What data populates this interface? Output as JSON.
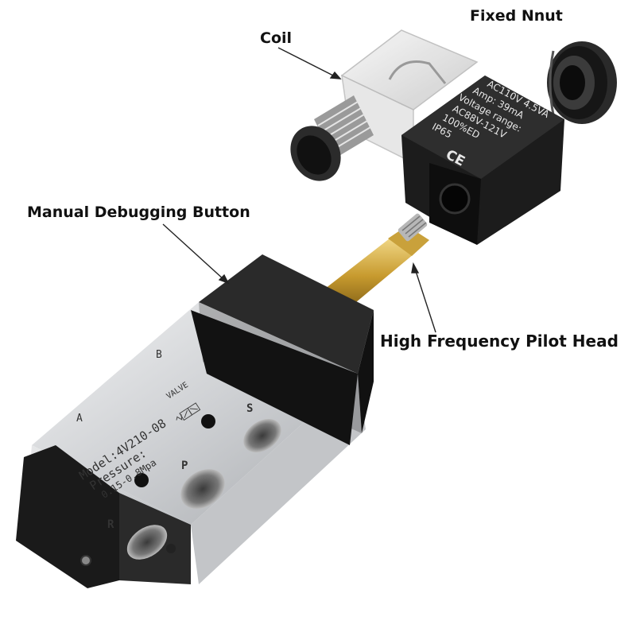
{
  "callouts": {
    "coil": "Coil",
    "fixed_nut": "Fixed Nnut",
    "manual_button": "Manual Debugging Button",
    "pilot_head": "High Frequency Pilot Head"
  },
  "coil_label": {
    "line1": "AC110V  4.5VA",
    "line2": "Amp:     39mA",
    "line3": "Voltage  range:",
    "line4": "AC88V-121V",
    "line5": "100%ED",
    "line6": "IP65",
    "mark": "CE"
  },
  "valve_body": {
    "port_a": "A",
    "port_b": "B",
    "port_p": "P",
    "port_r": "R",
    "port_s": "S",
    "model": "Model:4V210-08",
    "pressure_label": "Pressure:",
    "pressure_range": "0.15-0.8Mpa",
    "valve_tag": "VALVE"
  },
  "colors": {
    "body_black": "#1b1b1b",
    "aluminum": "#d9dadc",
    "brass": "#c9a13b",
    "background": "#ffffff"
  }
}
